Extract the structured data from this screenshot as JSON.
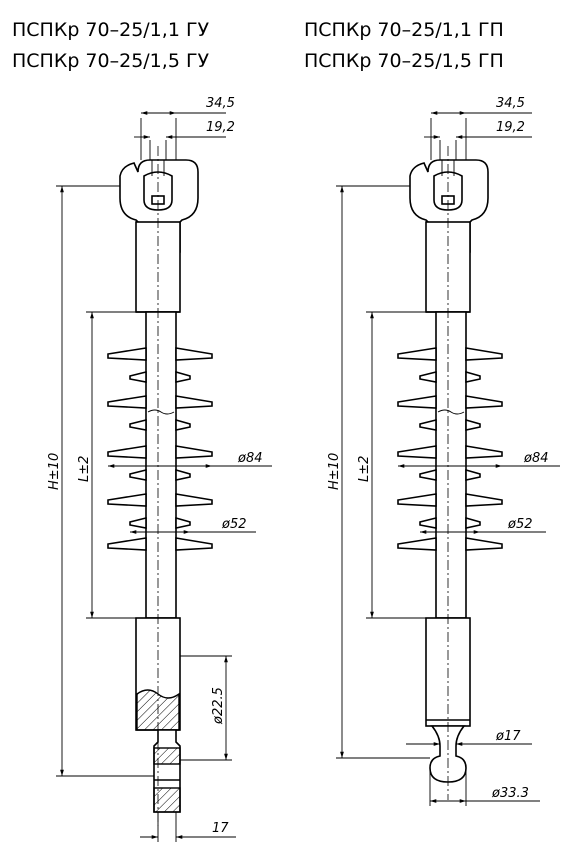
{
  "titles": {
    "left_line1": "ПСПКр 70–25/1,1  ГУ",
    "left_line2": "ПСПКр 70–25/1,5  ГУ",
    "right_line1": "ПСПКр 70–25/1,1  ГП",
    "right_line2": "ПСПКр 70–25/1,5  ГП"
  },
  "left_drawing": {
    "dim_top_outer": "34,5",
    "dim_top_inner": "19,2",
    "dim_height": "H±10",
    "dim_length": "L±2",
    "dim_shed_large": "ø84",
    "dim_shed_small": "ø52",
    "dim_rod": "ø22.5",
    "dim_bottom": "17"
  },
  "right_drawing": {
    "dim_top_outer": "34,5",
    "dim_top_inner": "19,2",
    "dim_height": "H±10",
    "dim_length": "L±2",
    "dim_shed_large": "ø84",
    "dim_shed_small": "ø52",
    "dim_neck": "ø17",
    "dim_ball": "ø33.3"
  }
}
